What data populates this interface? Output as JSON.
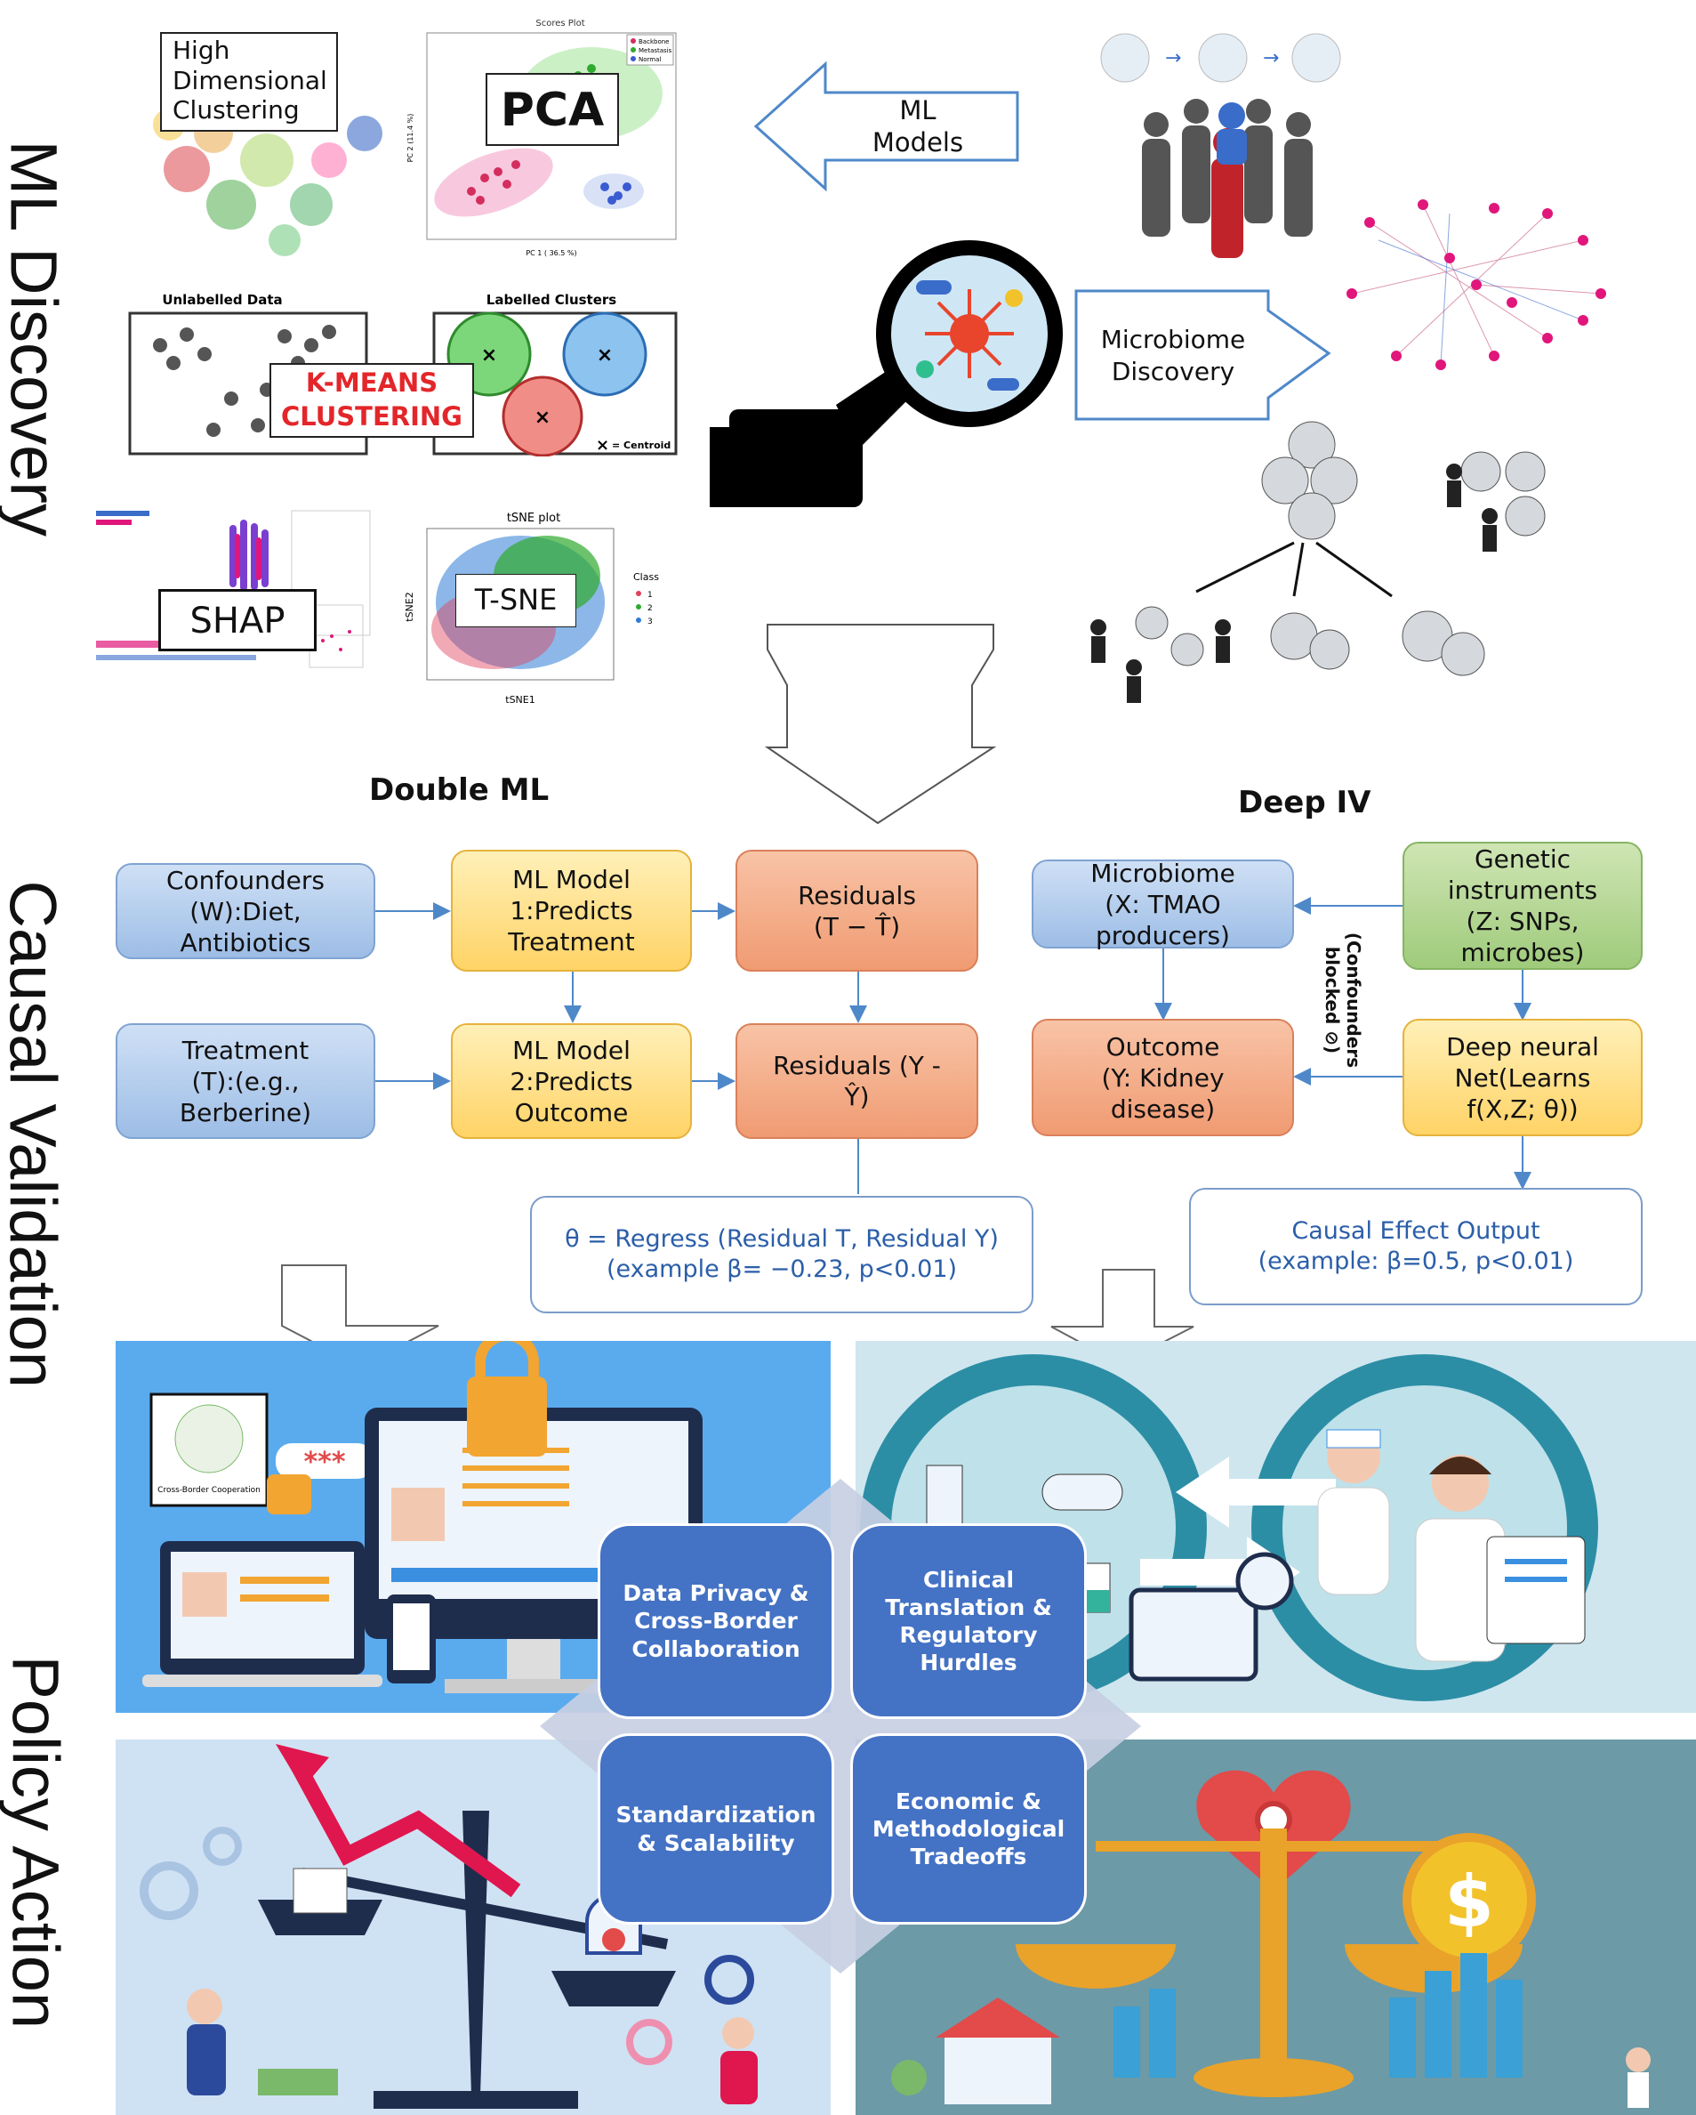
{
  "sections": {
    "ml_discovery": "ML Discovery",
    "causal_validation": "Causal Validation",
    "policy_action": "Policy Action"
  },
  "ml": {
    "high_dim": "High\nDimensional\nClustering",
    "pca": "PCA",
    "scores_plot": "Scores Plot",
    "legend": [
      "Backbone",
      "Metastasis",
      "Normal"
    ],
    "pc1": "PC 1 ( 36.5 %)",
    "pc2": "PC 2 (11.4 %)",
    "ml_models": "ML\nModels",
    "unlabelled": "Unlabelled Data",
    "labelled": "Labelled Clusters",
    "kmeans": "K-MEANS\nCLUSTERING",
    "centroid": "= Centroid",
    "shap": "SHAP",
    "tsne_title": "tSNE plot",
    "tsne": "T-SNE",
    "tsne_x": "tSNE1",
    "tsne_y": "tSNE2",
    "class": "Class",
    "class_items": [
      "1",
      "2",
      "3"
    ],
    "microbiome": "Microbiome\nDiscovery"
  },
  "causal": {
    "double_ml": "Double ML",
    "deep_iv": "Deep IV",
    "confounders": "Confounders\n(W):Diet,\nAntibiotics",
    "model1": "ML Model\n1:Predicts\nTreatment",
    "residuals_t": "Residuals\n(T − T̂)",
    "treatment": "Treatment\n(T):(e.g.,\nBerberine)",
    "model2": "ML Model\n2:Predicts\nOutcome",
    "residuals_y": "Residuals (Y -\nŶ)",
    "regress": "θ = Regress (Residual T, Residual Y)\n(example β= −0.23, p<0.01)",
    "microbiome_x": "Microbiome\n(X: TMAO\nproducers)",
    "genetic": "Genetic\ninstruments\n(Z: SNPs,\nmicrobes)",
    "confounders_blocked": "(Confounders\nblocked ⊘)",
    "outcome": "Outcome\n(Y: Kidney\ndisease)",
    "dnn": "Deep neural\nNet(Learns\nf(X,Z; θ))",
    "causal_effect": "Causal Effect Output\n(example: β=0.5, p<0.01)"
  },
  "policy": {
    "privacy": "Data Privacy &\nCross-Border\nCollaboration",
    "clinical": "Clinical\nTranslation &\nRegulatory\nHurdles",
    "standard": "Standardization\n& Scalability",
    "economic": "Economic &\nMethodological\nTradeoffs",
    "password": "***",
    "cross_border": "Cross-Border\nCooperation"
  },
  "colors": {
    "policy_blue": "#4472c4",
    "panel_blue": "#5aabee",
    "panel_light": "#cfe6ef",
    "arrow_blue": "#4f88c9"
  }
}
